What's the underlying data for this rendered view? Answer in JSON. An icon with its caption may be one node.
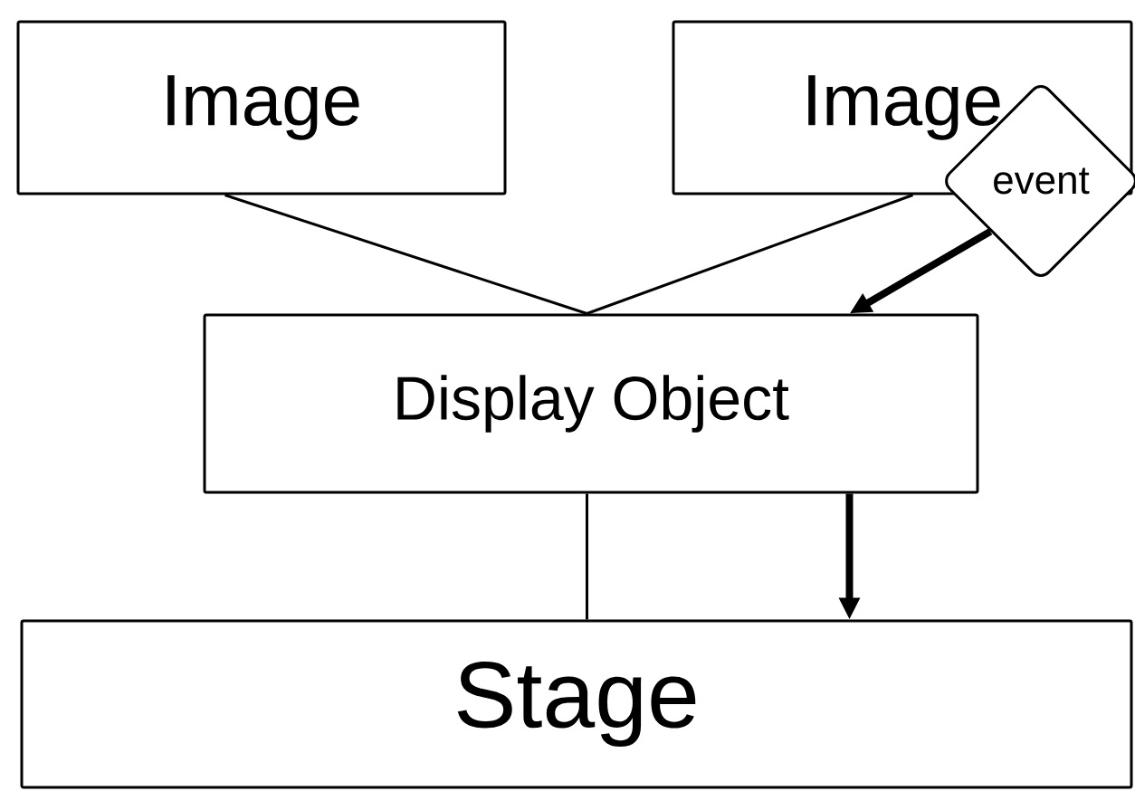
{
  "diagram": {
    "nodes": [
      {
        "text": [
          "Image"
        ]
      },
      {
        "text": [
          "Image"
        ]
      },
      {
        "text": [
          "event"
        ]
      },
      {
        "text": [
          "Display Object"
        ]
      },
      {
        "text": [
          "Stage"
        ]
      }
    ],
    "edges": [
      {
        "from": 0,
        "to": 3,
        "arrow": "none"
      },
      {
        "from": 1,
        "to": 3,
        "arrow": "none"
      },
      {
        "from": 2,
        "to": 3,
        "arrow": "to",
        "style": "thick"
      },
      {
        "from": 3,
        "to": 4,
        "arrow": "none"
      },
      {
        "from": 3,
        "to": 4,
        "arrow": "to",
        "style": "thick"
      }
    ]
  }
}
